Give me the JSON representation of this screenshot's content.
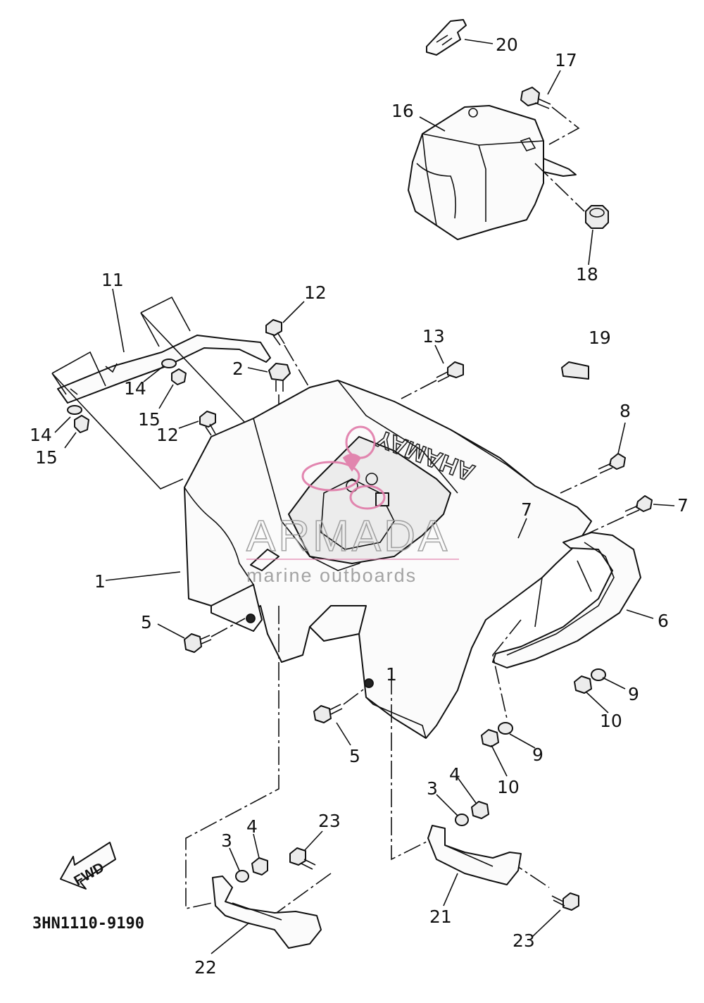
{
  "diagram": {
    "part_code": "3HN1110-9190",
    "direction_arrow": "FWD",
    "emblem_text": "YAMAHA",
    "watermark": {
      "brand": "ARMADA",
      "tagline": "marine outboards",
      "logo_color": "#e07aa8",
      "text_color": "#9a9a9a"
    },
    "callouts": [
      "20",
      "17",
      "16",
      "18",
      "11",
      "12",
      "13",
      "19",
      "2",
      "14",
      "15",
      "14",
      "15",
      "12",
      "8",
      "7",
      "7",
      "1",
      "6",
      "5",
      "9",
      "10",
      "1",
      "5",
      "9",
      "10",
      "3",
      "4",
      "23",
      "3",
      "4",
      "21",
      "22",
      "23"
    ]
  }
}
